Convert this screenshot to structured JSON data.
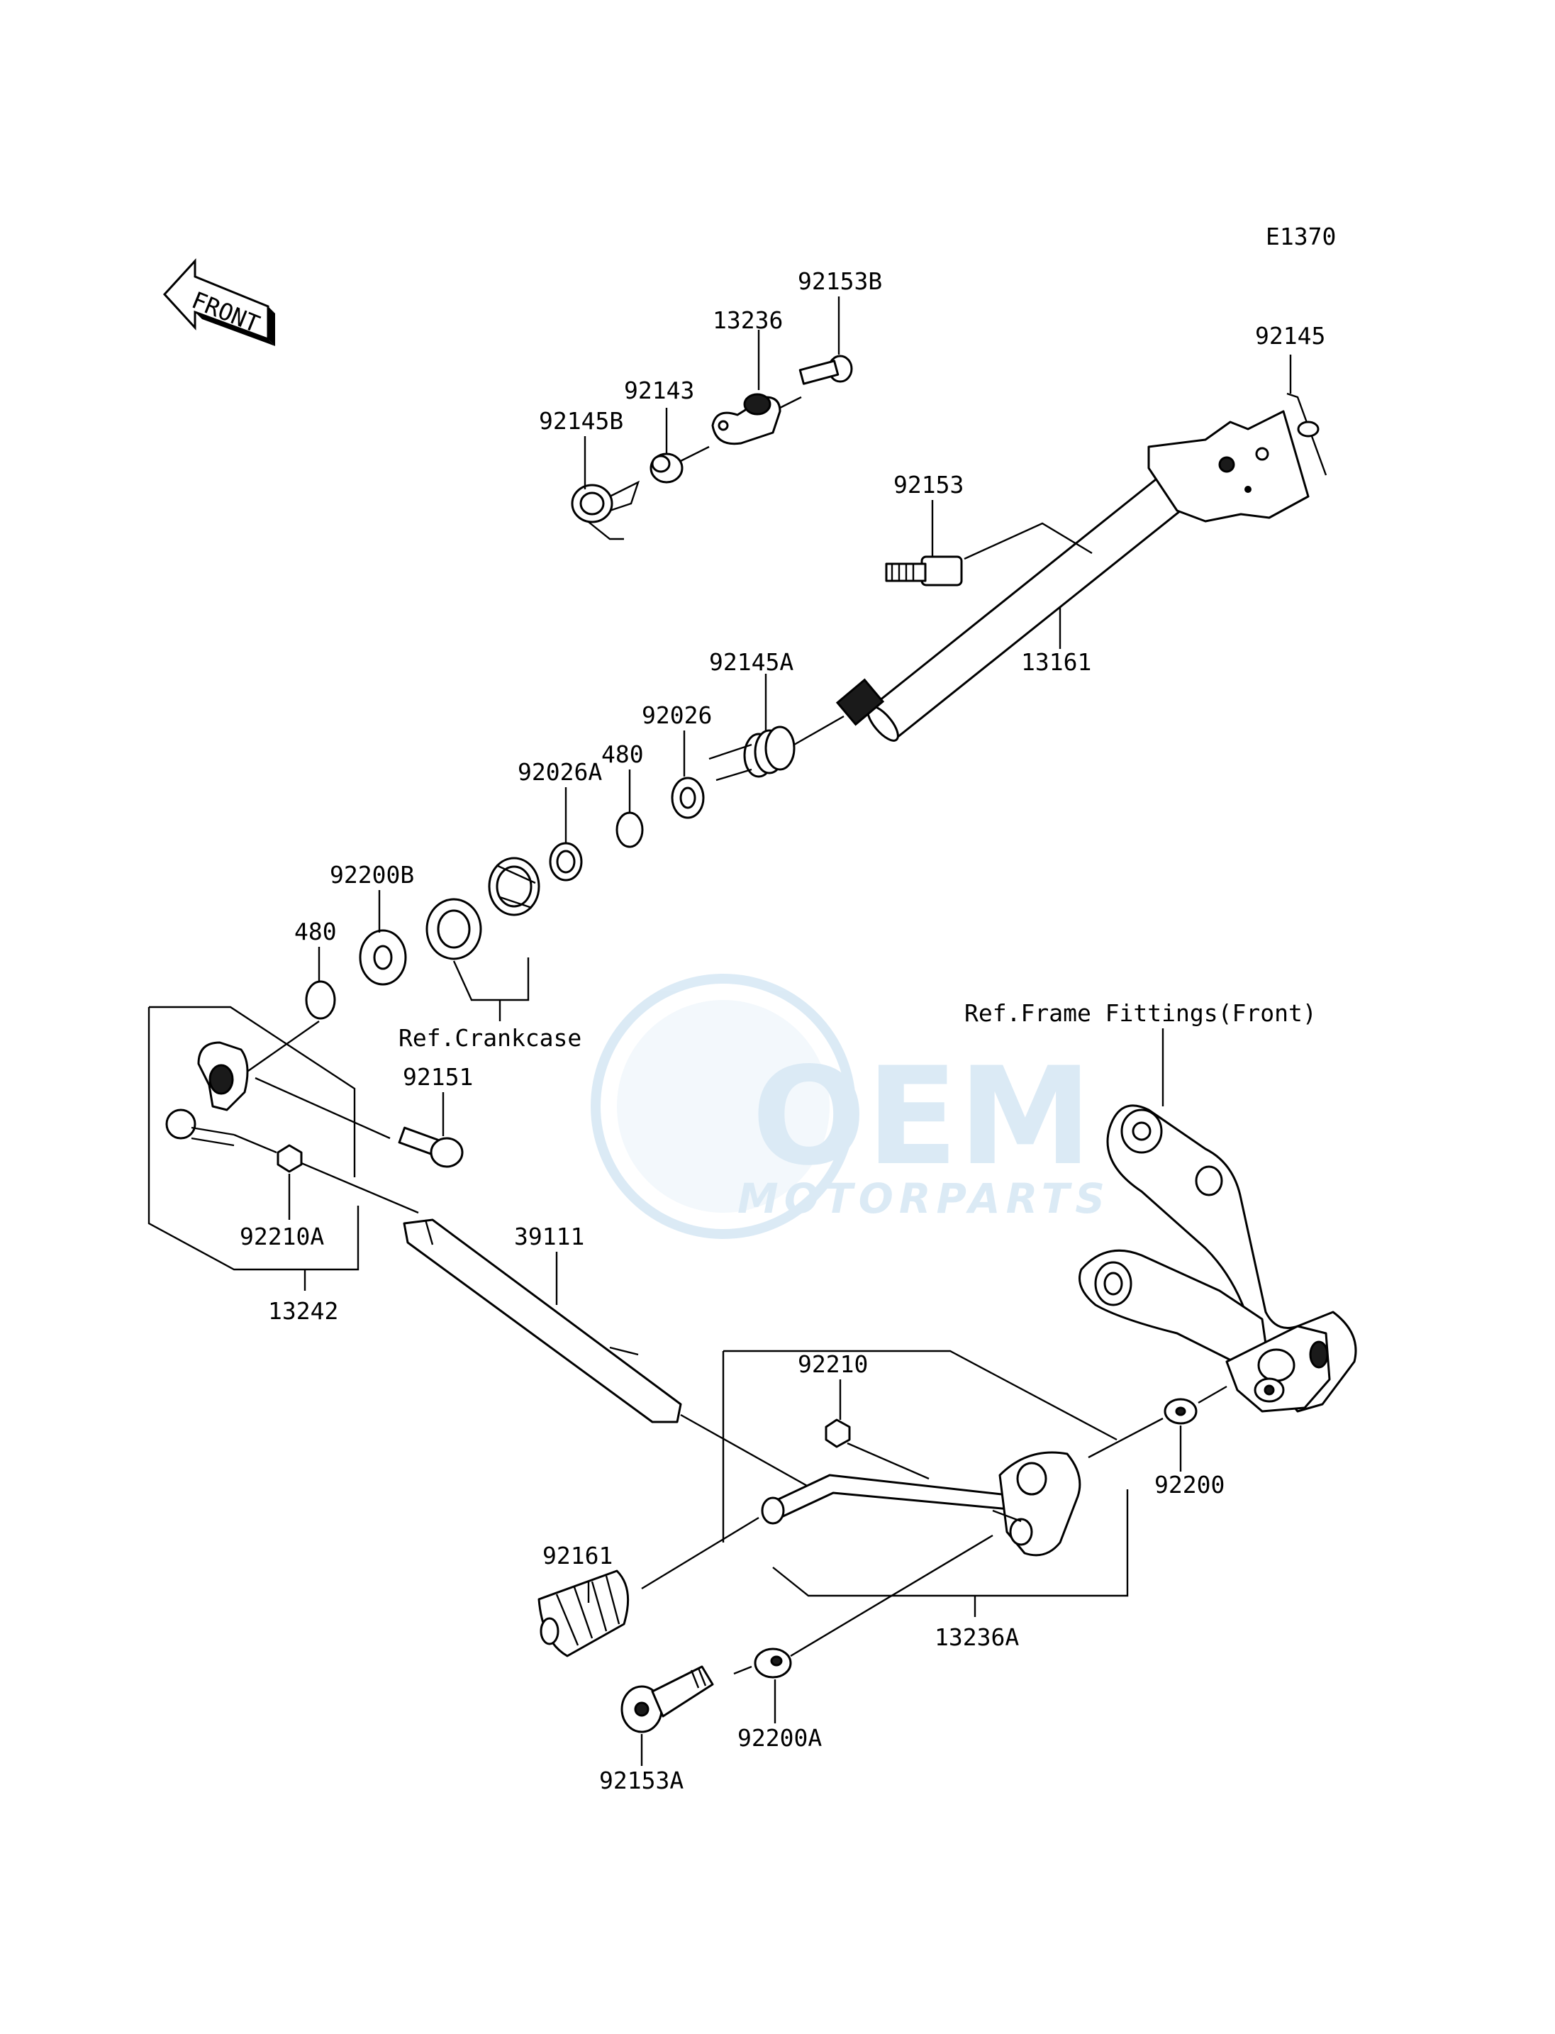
{
  "diagram_code": "E1370",
  "front_arrow": "FRONT",
  "watermark": {
    "brand": "OEM",
    "sub": "MOTORPARTS",
    "color": "#5fa3d6"
  },
  "labels": {
    "p92153B": "92153B",
    "p13236": "13236",
    "p92143": "92143",
    "p92145B": "92145B",
    "p92145": "92145",
    "p92153": "92153",
    "p13161": "13161",
    "p92145A": "92145A",
    "p92026": "92026",
    "p480a": "480",
    "p92026A": "92026A",
    "p92200B": "92200B",
    "p480b": "480",
    "p92151": "92151",
    "p92210A": "92210A",
    "p13242": "13242",
    "p39111": "39111",
    "p92210": "92210",
    "p92161": "92161",
    "p92200": "92200",
    "p13236A": "13236A",
    "p92200A": "92200A",
    "p92153A": "92153A"
  },
  "references": {
    "crankcase": "Ref.Crankcase",
    "frame": "Ref.Frame Fittings(Front)"
  }
}
